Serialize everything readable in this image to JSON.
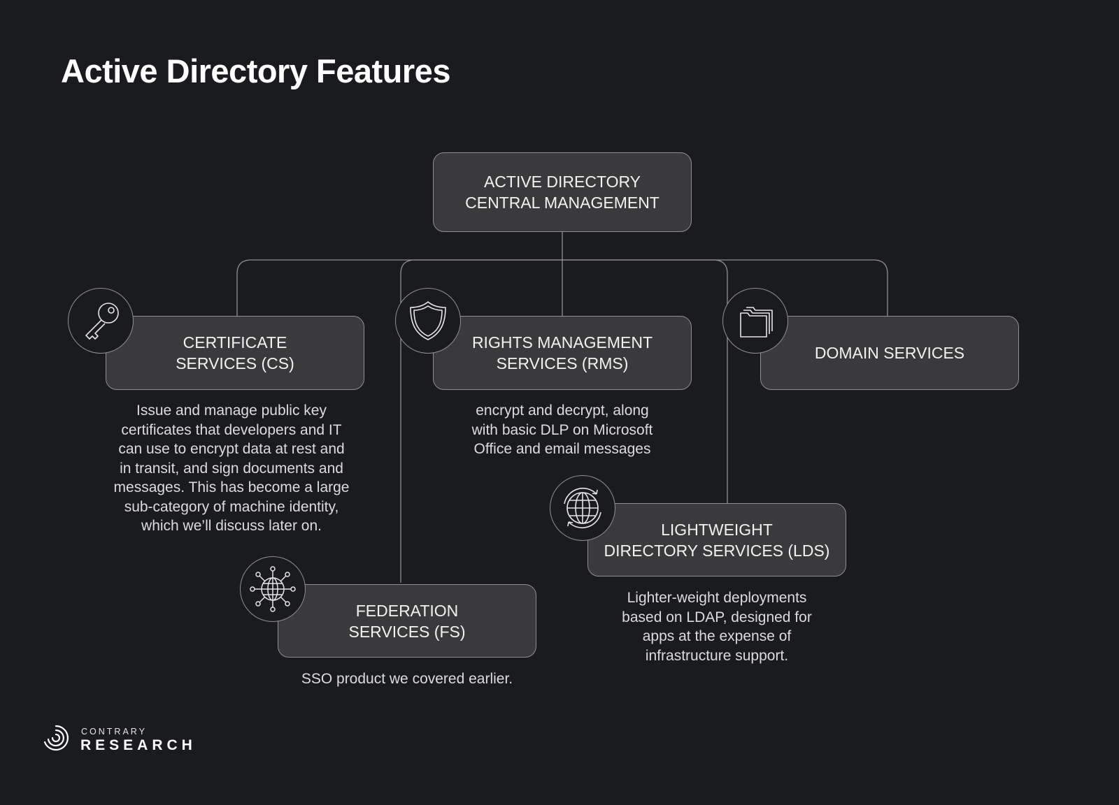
{
  "title": "Active Directory Features",
  "central": {
    "label": "ACTIVE DIRECTORY\nCENTRAL MANAGEMENT"
  },
  "services": {
    "cs": {
      "label": "CERTIFICATE\nSERVICES (CS)",
      "icon": "key-icon",
      "description": "Issue and manage public key\ncertificates that developers and IT\ncan use to encrypt data at rest and\nin transit, and sign documents and\nmessages. This has become a large\nsub-category of machine identity,\nwhich we’ll discuss later on."
    },
    "rms": {
      "label": "RIGHTS MANAGEMENT\nSERVICES (RMS)",
      "icon": "shield-icon",
      "description": "encrypt and decrypt, along\nwith basic DLP on Microsoft\nOffice and email messages"
    },
    "ds": {
      "label": "DOMAIN SERVICES",
      "icon": "folders-icon"
    },
    "lds": {
      "label": "LIGHTWEIGHT\nDIRECTORY SERVICES (LDS)",
      "icon": "globe-sync-icon",
      "description": "Lighter-weight deployments\nbased on LDAP, designed for\napps at the expense of\ninfrastructure support."
    },
    "fs": {
      "label": "FEDERATION\nSERVICES (FS)",
      "icon": "network-globe-icon",
      "description": "SSO product we covered earlier."
    }
  },
  "logo": {
    "small": "CONTRARY",
    "big": "RESEARCH"
  },
  "colors": {
    "background": "#1a1b1e",
    "box": "#3a3a3d",
    "border": "#8f8f94",
    "text": "#f2f2f2"
  }
}
